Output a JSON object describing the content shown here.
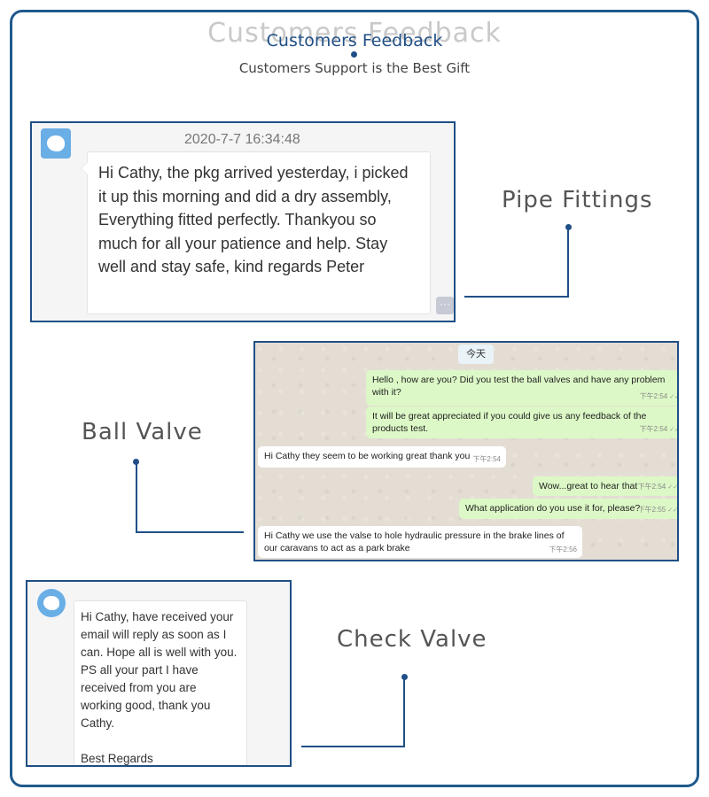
{
  "header": {
    "ghost_title": "Customers Feedback",
    "title": "Customers Feedback",
    "subtitle": "Customers Support is the Best Gift"
  },
  "cards": {
    "pipe": {
      "label": "Pipe Fittings",
      "timestamp": "2020-7-7 16:34:48",
      "message": "Hi Cathy, the pkg arrived yesterday, i picked it up this morning and did a dry assembly, Everything fitted perfectly. Thankyou so much for all your patience and help. Stay well and stay safe, kind regards Peter",
      "more_icon": "ellipsis-icon"
    },
    "ball": {
      "label": "Ball Valve",
      "day_chip": "今天",
      "messages": [
        {
          "dir": "out",
          "text": "Hello        , how are you? Did you test the ball valves and have any problem with it?",
          "time": "下午2:54"
        },
        {
          "dir": "out",
          "text": "It will be great appreciated if you could give us any feedback of the products test.",
          "time": "下午2:54"
        },
        {
          "dir": "in",
          "text": "Hi Cathy they seem to be working great thank you",
          "time": "下午2:54"
        },
        {
          "dir": "out",
          "text": "Wow...great to hear that",
          "time": "下午2:54"
        },
        {
          "dir": "out",
          "text": "What application do you use it for, please?",
          "time": "下午2:55"
        },
        {
          "dir": "in",
          "text": "Hi Cathy we use the valse to hole hydraulic pressure in the brake lines of our caravans to act as a park brake",
          "time": "下午2:56"
        }
      ]
    },
    "check": {
      "label": "Check Valve",
      "message": "Hi Cathy, have received your email will reply as soon as I can. Hope all is well with you. PS all your part I have received from you are working good, thank you Cathy.\n\nBest Regards"
    }
  },
  "colors": {
    "accent": "#1f4f86",
    "outgoing_bubble": "#dcf8c6",
    "avatar": "#6aaee6"
  }
}
